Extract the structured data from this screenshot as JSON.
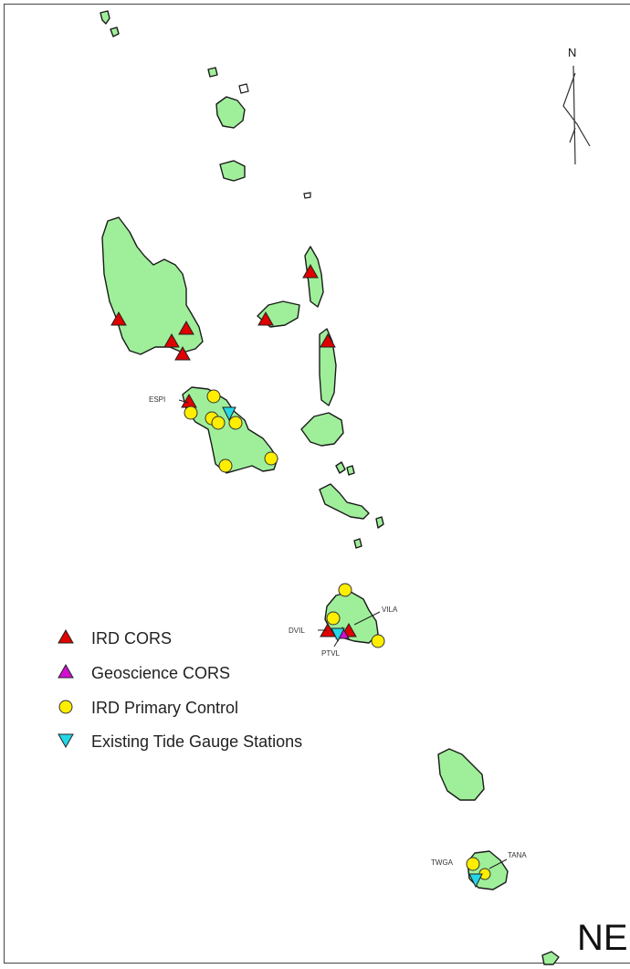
{
  "north_arrow": {
    "label": "N"
  },
  "stations": [
    {
      "code": "ESPI"
    },
    {
      "code": "VILA"
    },
    {
      "code": "DVIL"
    },
    {
      "code": "PTVL"
    },
    {
      "code": "TWGA"
    },
    {
      "code": "TANA"
    }
  ],
  "legend": {
    "items": [
      {
        "label": "IRD CORS",
        "symbol": "triangle-up",
        "color": "#e00000"
      },
      {
        "label": "Geoscience CORS",
        "symbol": "triangle-up",
        "color": "#d10fd1"
      },
      {
        "label": "IRD Primary Control",
        "symbol": "circle",
        "color": "#ffee00"
      },
      {
        "label": "Existing Tide Gauge Stations",
        "symbol": "triangle-down",
        "color": "#23d7e8"
      }
    ]
  },
  "overlay_text": "NE",
  "colors": {
    "land": "#9fef9a",
    "outline": "#1a1a1a"
  }
}
